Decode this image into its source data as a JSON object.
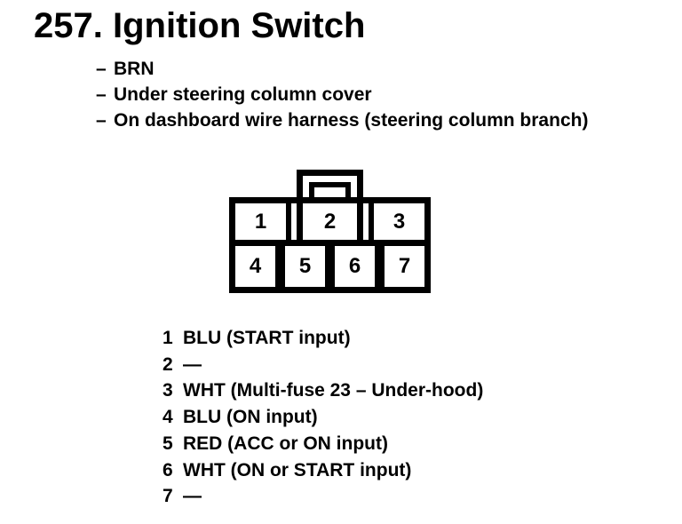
{
  "header": {
    "section_number": "257.",
    "title": "Ignition Switch"
  },
  "details": [
    {
      "dash": "–",
      "text": "BRN"
    },
    {
      "dash": "–",
      "text": "Under steering column cover"
    },
    {
      "dash": "–",
      "text": "On dashboard wire harness (steering column branch)"
    }
  ],
  "connector": {
    "top_row_pins": [
      "1",
      "2",
      "3"
    ],
    "bottom_row_pins": [
      "4",
      "5",
      "6",
      "7"
    ]
  },
  "pin_list": [
    {
      "pin": "1",
      "desc": "BLU (START input)"
    },
    {
      "pin": "2",
      "desc": "—"
    },
    {
      "pin": "3",
      "desc": "WHT (Multi-fuse 23 – Under-hood)"
    },
    {
      "pin": "4",
      "desc": "BLU (ON input)"
    },
    {
      "pin": "5",
      "desc": "RED (ACC or ON input)"
    },
    {
      "pin": "6",
      "desc": "WHT (ON or START input)"
    },
    {
      "pin": "7",
      "desc": "—"
    }
  ],
  "colors": {
    "ink": "#000000",
    "paper": "#ffffff"
  }
}
